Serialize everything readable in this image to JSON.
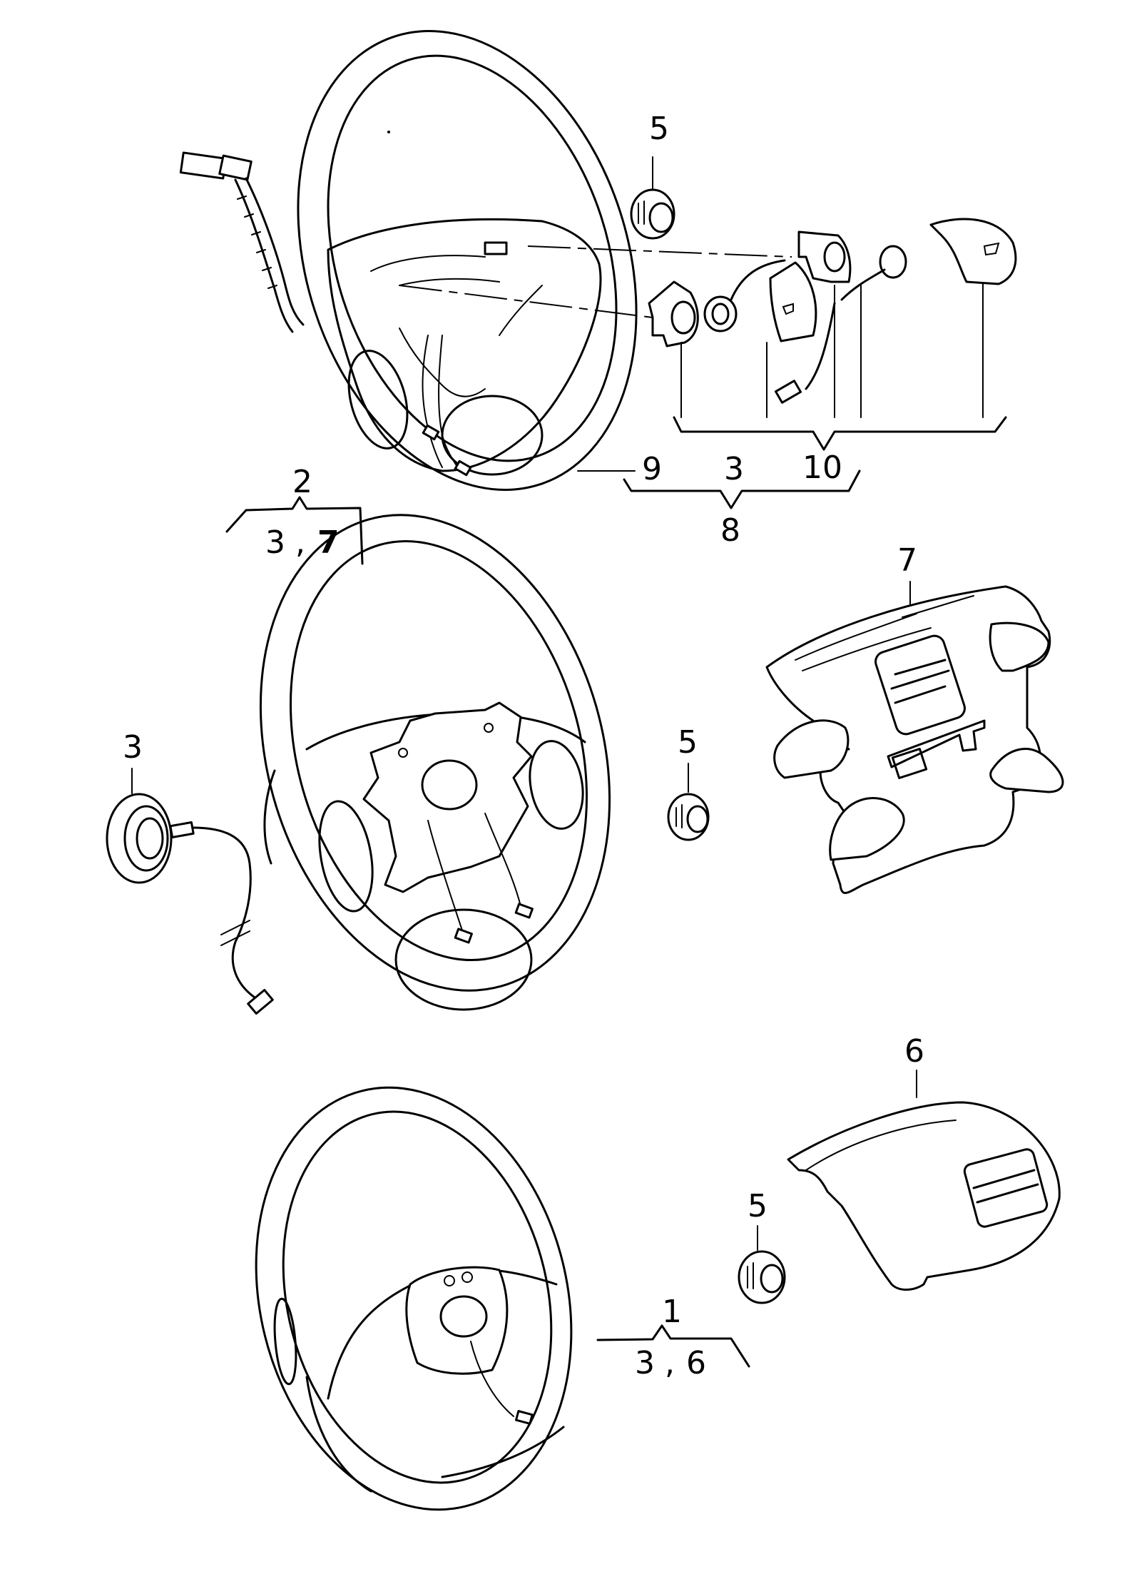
{
  "diagram": {
    "title": "Steering wheel assembly – exploded parts view",
    "line_color": "#000000",
    "background": "#ffffff",
    "callouts": {
      "top_part5": "5",
      "top_part9": "9",
      "top_part3": "3",
      "top_part10": "10",
      "top_group8": "8",
      "mid_group2": "2",
      "mid_group2_sub_a": "3",
      "mid_group2_sep": ",",
      "mid_group2_sub_b": "7",
      "mid_part3": "3",
      "mid_part5": "5",
      "mid_part7": "7",
      "bot_part6": "6",
      "bot_part5": "5",
      "bot_group1": "1",
      "bot_group1_sub_a": "3",
      "bot_group1_sep": ",",
      "bot_group1_sub_b": "6"
    },
    "assemblies": [
      {
        "name": "top-steering-wheel-multifunction",
        "parts": [
          "5",
          "9",
          "3",
          "10",
          "8"
        ]
      },
      {
        "name": "middle-steering-wheel-airbag",
        "parts": [
          "2",
          "3",
          "7",
          "5"
        ]
      },
      {
        "name": "bottom-steering-wheel-airbag",
        "parts": [
          "1",
          "3",
          "6",
          "5"
        ]
      }
    ]
  }
}
